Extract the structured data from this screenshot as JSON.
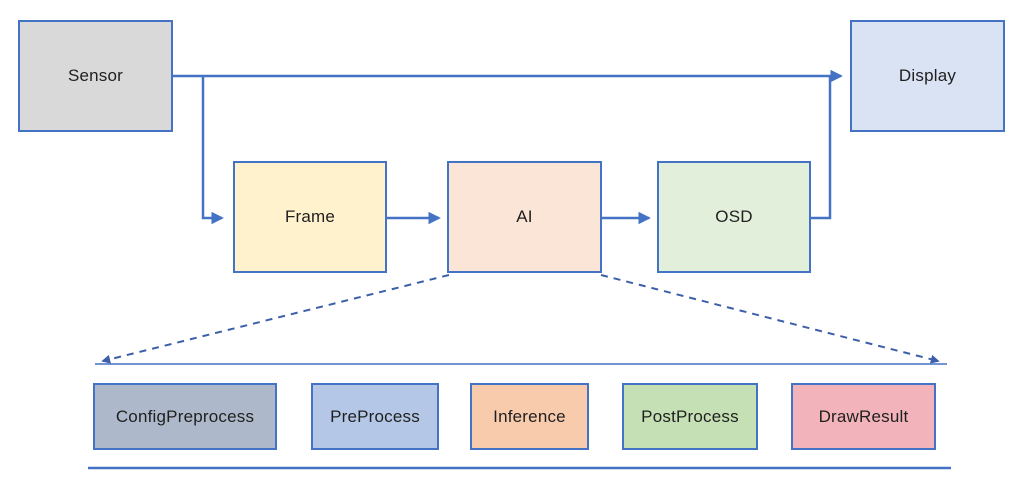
{
  "diagram": {
    "accent_color": "#4472c4",
    "text_color": "#1f1f1f",
    "background_color": "#ffffff",
    "pipeline_nodes": [
      {
        "id": "sensor",
        "label": "Sensor",
        "fill": "#d9d9d9"
      },
      {
        "id": "frame",
        "label": "Frame",
        "fill": "#fff2cc"
      },
      {
        "id": "ai",
        "label": "AI",
        "fill": "#fbe5d6"
      },
      {
        "id": "osd",
        "label": "OSD",
        "fill": "#e2efda"
      },
      {
        "id": "display",
        "label": "Display",
        "fill": "#dae3f3"
      }
    ],
    "connections": [
      {
        "from": "sensor",
        "to": "display",
        "style": "solid-arrow"
      },
      {
        "from": "sensor",
        "to": "frame",
        "style": "solid-arrow"
      },
      {
        "from": "frame",
        "to": "ai",
        "style": "solid-arrow"
      },
      {
        "from": "ai",
        "to": "osd",
        "style": "solid-arrow"
      },
      {
        "from": "osd",
        "to": "display",
        "style": "solid"
      },
      {
        "from": "ai",
        "to": "ai-expansion",
        "style": "dashed-expansion"
      }
    ],
    "ai_expansion_nodes": [
      {
        "id": "config_preprocess",
        "label": "ConfigPreprocess",
        "fill": "#adb9ca"
      },
      {
        "id": "preprocess",
        "label": "PreProcess",
        "fill": "#b4c7e7"
      },
      {
        "id": "inference",
        "label": "Inference",
        "fill": "#f8cbad"
      },
      {
        "id": "postprocess",
        "label": "PostProcess",
        "fill": "#c5e0b4"
      },
      {
        "id": "drawresult",
        "label": "DrawResult",
        "fill": "#f3b3bb"
      }
    ]
  }
}
